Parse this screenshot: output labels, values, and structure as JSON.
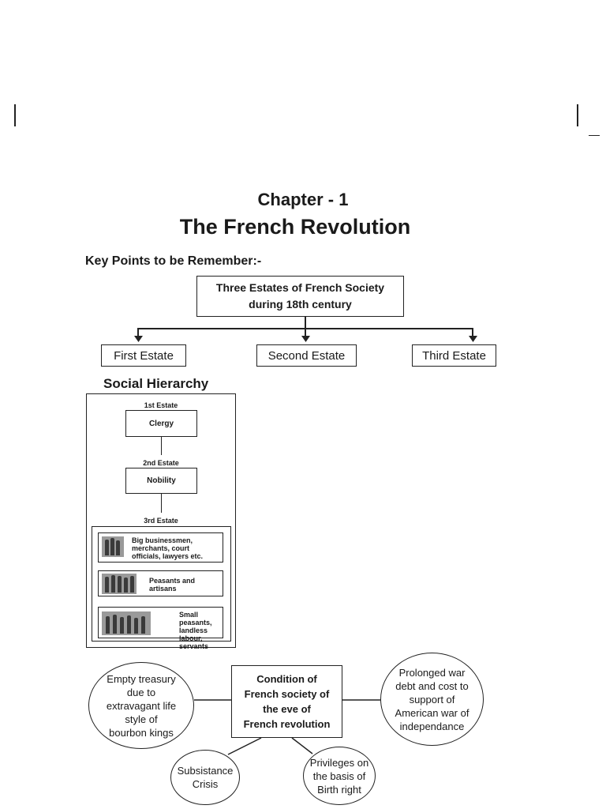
{
  "header": {
    "chapter": "Chapter - 1",
    "title": "The French Revolution",
    "key_points": "Key Points to be Remember:-"
  },
  "estates_tree": {
    "root": [
      "Three Estates of French Society",
      "during 18th century"
    ],
    "children": [
      "First Estate",
      "Second Estate",
      "Third Estate"
    ]
  },
  "hierarchy": {
    "heading": "Social Hierarchy",
    "first_label": "1st Estate",
    "first_box": "Clergy",
    "second_label": "2nd Estate",
    "second_box": "Nobility",
    "third_label": "3rd Estate",
    "groups": [
      [
        "Big businessmen,",
        "merchants, court",
        "officials, lawyers etc."
      ],
      [
        "Peasants and",
        "artisans"
      ],
      [
        "Small peasants,",
        "landless labour,",
        "servants"
      ]
    ]
  },
  "conditions": {
    "center": [
      "Condition of",
      "French society of",
      "the eve of",
      "French revolution"
    ],
    "left": [
      "Empty treasury",
      "due to",
      "extravagant life",
      "style of",
      "bourbon kings"
    ],
    "right": [
      "Prolonged war",
      "debt and cost to",
      "support of",
      "American war of",
      "independance"
    ],
    "bottom_left": [
      "Subsistance",
      "Crisis"
    ],
    "bottom_right": [
      "Privileges on",
      "the basis of",
      "Birth right"
    ]
  }
}
